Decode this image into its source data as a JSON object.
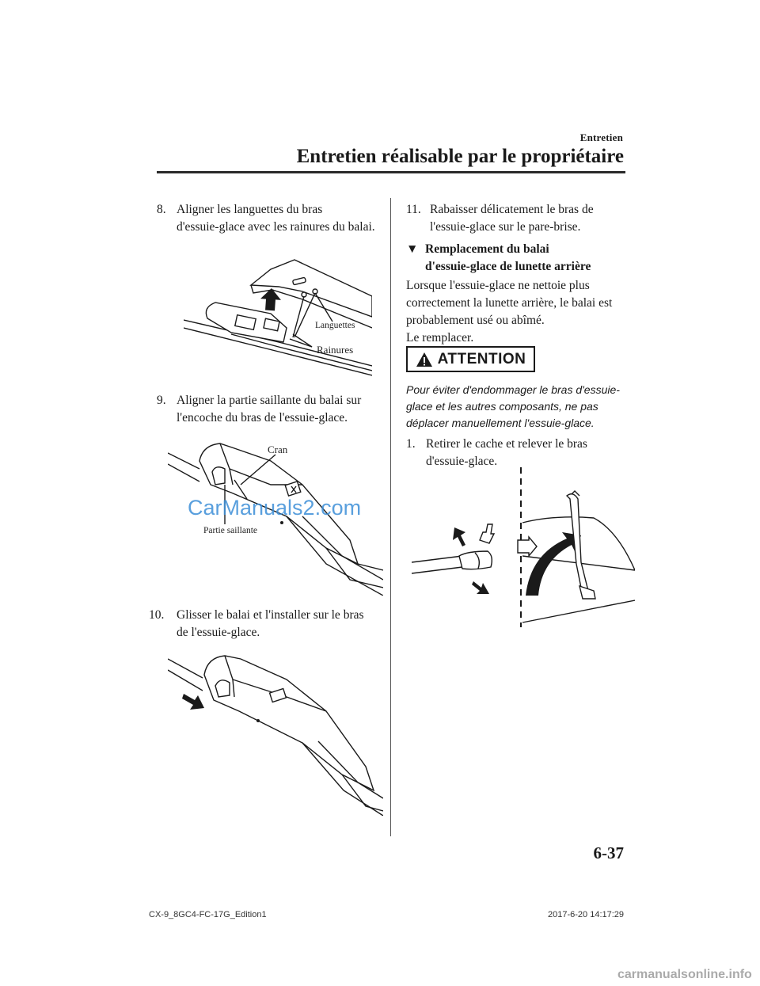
{
  "header": {
    "section": "Entretien",
    "title": "Entretien réalisable par le propriétaire"
  },
  "left_column": {
    "step8": {
      "num": "8.",
      "line1": "Aligner les languettes du bras",
      "rest": "d'essuie-glace avec les rainures du balai."
    },
    "fig1": {
      "label_tabs": "Languettes",
      "label_grooves": "Rainures"
    },
    "step9": {
      "num": "9.",
      "line1": "Aligner la partie saillante du balai sur",
      "rest": "l'encoche du bras de l'essuie-glace."
    },
    "fig2": {
      "label_notch": "Cran",
      "label_protrusion": "Partie saillante"
    },
    "step10": {
      "num": "10.",
      "line1": "Glisser le balai et l'installer sur le bras",
      "rest": "de l'essuie-glace."
    }
  },
  "right_column": {
    "step11": {
      "num": "11.",
      "line1": "Rabaisser délicatement le bras de",
      "rest": "l'essuie-glace sur le pare-brise."
    },
    "subsection": {
      "marker": "▼",
      "line1": "Remplacement du balai",
      "line2": "d'essuie-glace de lunette arrière"
    },
    "intro": "Lorsque l'essuie-glace ne nettoie plus correctement la lunette arrière, le balai est probablement usé ou abîmé.",
    "intro2": "Le remplacer.",
    "attention": {
      "label": "ATTENTION",
      "text": "Pour éviter d'endommager le bras d'essuie-glace et les autres composants, ne pas déplacer manuellement l'essuie-glace."
    },
    "step1": {
      "num": "1.",
      "line1": "Retirer le cache et relever le bras",
      "rest": "d'essuie-glace."
    }
  },
  "footer": {
    "page_number": "6-37",
    "doc_id": "CX-9_8GC4-FC-17G_Edition1",
    "timestamp": "2017-6-20 14:17:29"
  },
  "watermarks": {
    "center": "CarManuals2.com",
    "bottom": "carmanualsonline.info"
  }
}
